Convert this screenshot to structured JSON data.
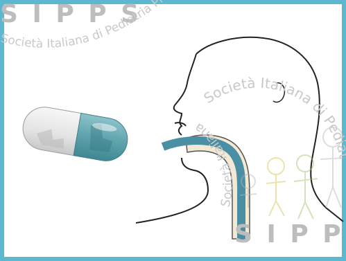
{
  "watermark": {
    "sipps_top": "S I P P S",
    "arc_top": "Società Italiana di Pediatria Preventiva e Sociale",
    "sipps_bottom": "S I P P S",
    "arc_bottom": "Società Italiana di Pediatria Preventiva e Sociale"
  },
  "colors": {
    "border": "#5bb8cf",
    "capsule_teal": "#5fa3ad",
    "capsule_white": "#e6e6e6",
    "esophagus_blue": "#4a8fa3",
    "tract_cream": "#f3ead6",
    "outline": "#222222"
  },
  "icons": [
    "capsule-icon",
    "head-profile-icon",
    "family-drawing-icon"
  ]
}
